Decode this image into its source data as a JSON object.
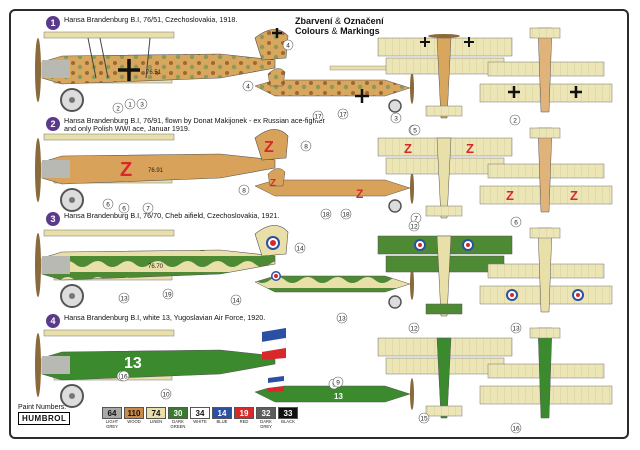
{
  "header": {
    "line1_cz": "Zbarvení",
    "line1_amp": "&",
    "line1_cz2": "Označení",
    "line2_en": "Colours",
    "line2_amp": "&",
    "line2_en2": "Markings"
  },
  "variants": [
    {
      "number": "1",
      "lines": [
        "Hansa Brandenburg B.I, 76/51, Czechoslovakia, 1918."
      ]
    },
    {
      "number": "2",
      "lines": [
        "Hansa Brandenburg B.I, 76/91, flown by Donat Makijonek - ex Russian ace-fighter",
        "and only Polish WWI ace, Januar 1919."
      ]
    },
    {
      "number": "3",
      "lines": [
        "Hansa Brandenburg B.I, 76/70, Cheb aifield, Czechoslovakia, 1921."
      ]
    },
    {
      "number": "4",
      "lines": [
        "Hansa Brandenburg B.I, white 13, Yugoslavian Air Force, 1920."
      ]
    }
  ],
  "aircraft_markings": {
    "v1_code": "76.51",
    "v2_code": "76.91",
    "v3_code": "76.70",
    "v4_code": "13",
    "v4_code_small": "13"
  },
  "callouts": {
    "v1": [
      "1",
      "2",
      "3",
      "4",
      "4",
      "17",
      "17",
      "2",
      "3"
    ],
    "v2": [
      "5",
      "6",
      "7",
      "8",
      "8",
      "18",
      "18",
      "7",
      "6",
      "5",
      "6"
    ],
    "v3": [
      "12",
      "13",
      "14",
      "14",
      "19",
      "13",
      "12",
      "13"
    ],
    "v4": [
      "9",
      "10",
      "11",
      "15",
      "16",
      "9",
      "16"
    ]
  },
  "legend": {
    "paint_numbers_label": "Paint Numbers:",
    "brand": "HUMBROL",
    "paints": [
      {
        "num": "64",
        "name": "LIGHT GREY",
        "color": "#a9a9a6",
        "text_color": "#111"
      },
      {
        "num": "110",
        "name": "WOOD",
        "color": "#c98a4a",
        "text_color": "#111"
      },
      {
        "num": "74",
        "name": "LINEN",
        "color": "#e9dfa9",
        "text_color": "#111"
      },
      {
        "num": "30",
        "name": "DARK GREEN",
        "color": "#3a7a2c",
        "text_color": "#fff"
      },
      {
        "num": "34",
        "name": "WHITE",
        "color": "#ffffff",
        "text_color": "#111"
      },
      {
        "num": "14",
        "name": "BLUE",
        "color": "#2b4fa3",
        "text_color": "#fff"
      },
      {
        "num": "19",
        "name": "RED",
        "color": "#d7282a",
        "text_color": "#fff"
      },
      {
        "num": "32",
        "name": "DARK GREY",
        "color": "#5d5d5d",
        "text_color": "#fff"
      },
      {
        "num": "33",
        "name": "BLACK",
        "color": "#111111",
        "text_color": "#fff"
      }
    ]
  },
  "colors": {
    "badge": "#5b3a8c",
    "linen": "#e9dfa9",
    "wood": "#d7a25d",
    "green": "#3b8a2e",
    "camo_green": "#5f8a3a",
    "red": "#d7282a",
    "blue": "#2b4fa3"
  }
}
